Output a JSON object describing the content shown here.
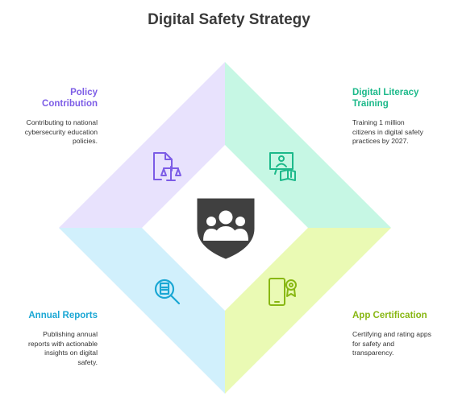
{
  "title": "Digital Safety Strategy",
  "colors": {
    "policy": "#7c5ce6",
    "policy_bg": "#e8e2fd",
    "literacy": "#1cb98a",
    "literacy_bg": "#c6f7e4",
    "reports": "#1aa7d4",
    "reports_bg": "#d1f0fc",
    "app": "#88b713",
    "app_bg": "#eafab4",
    "center_icon": "#404040"
  },
  "center": {
    "icon": "group-shield-icon"
  },
  "quadrants": {
    "policy": {
      "label_line1": "Policy",
      "label_line2": "Contribution",
      "desc_line1": "Contributing to national",
      "desc_line2": "cybersecurity education",
      "desc_line3": "policies.",
      "icon": "document-scales-icon"
    },
    "literacy": {
      "label_line1": "Digital Literacy",
      "label_line2": "Training",
      "desc_line1": "Training 1 million",
      "desc_line2": "citizens in digital safety",
      "desc_line3": "practices by 2027.",
      "icon": "presentation-board-icon"
    },
    "reports": {
      "label_line1": "Annual Reports",
      "desc_line1": "Publishing annual",
      "desc_line2": "reports with actionable",
      "desc_line3": "insights on digital",
      "desc_line4": "safety.",
      "icon": "search-document-icon"
    },
    "app": {
      "label_line1": "App Certification",
      "desc_line1": "Certifying and rating apps",
      "desc_line2": "for safety and",
      "desc_line3": "transparency.",
      "icon": "phone-certificate-icon"
    }
  }
}
